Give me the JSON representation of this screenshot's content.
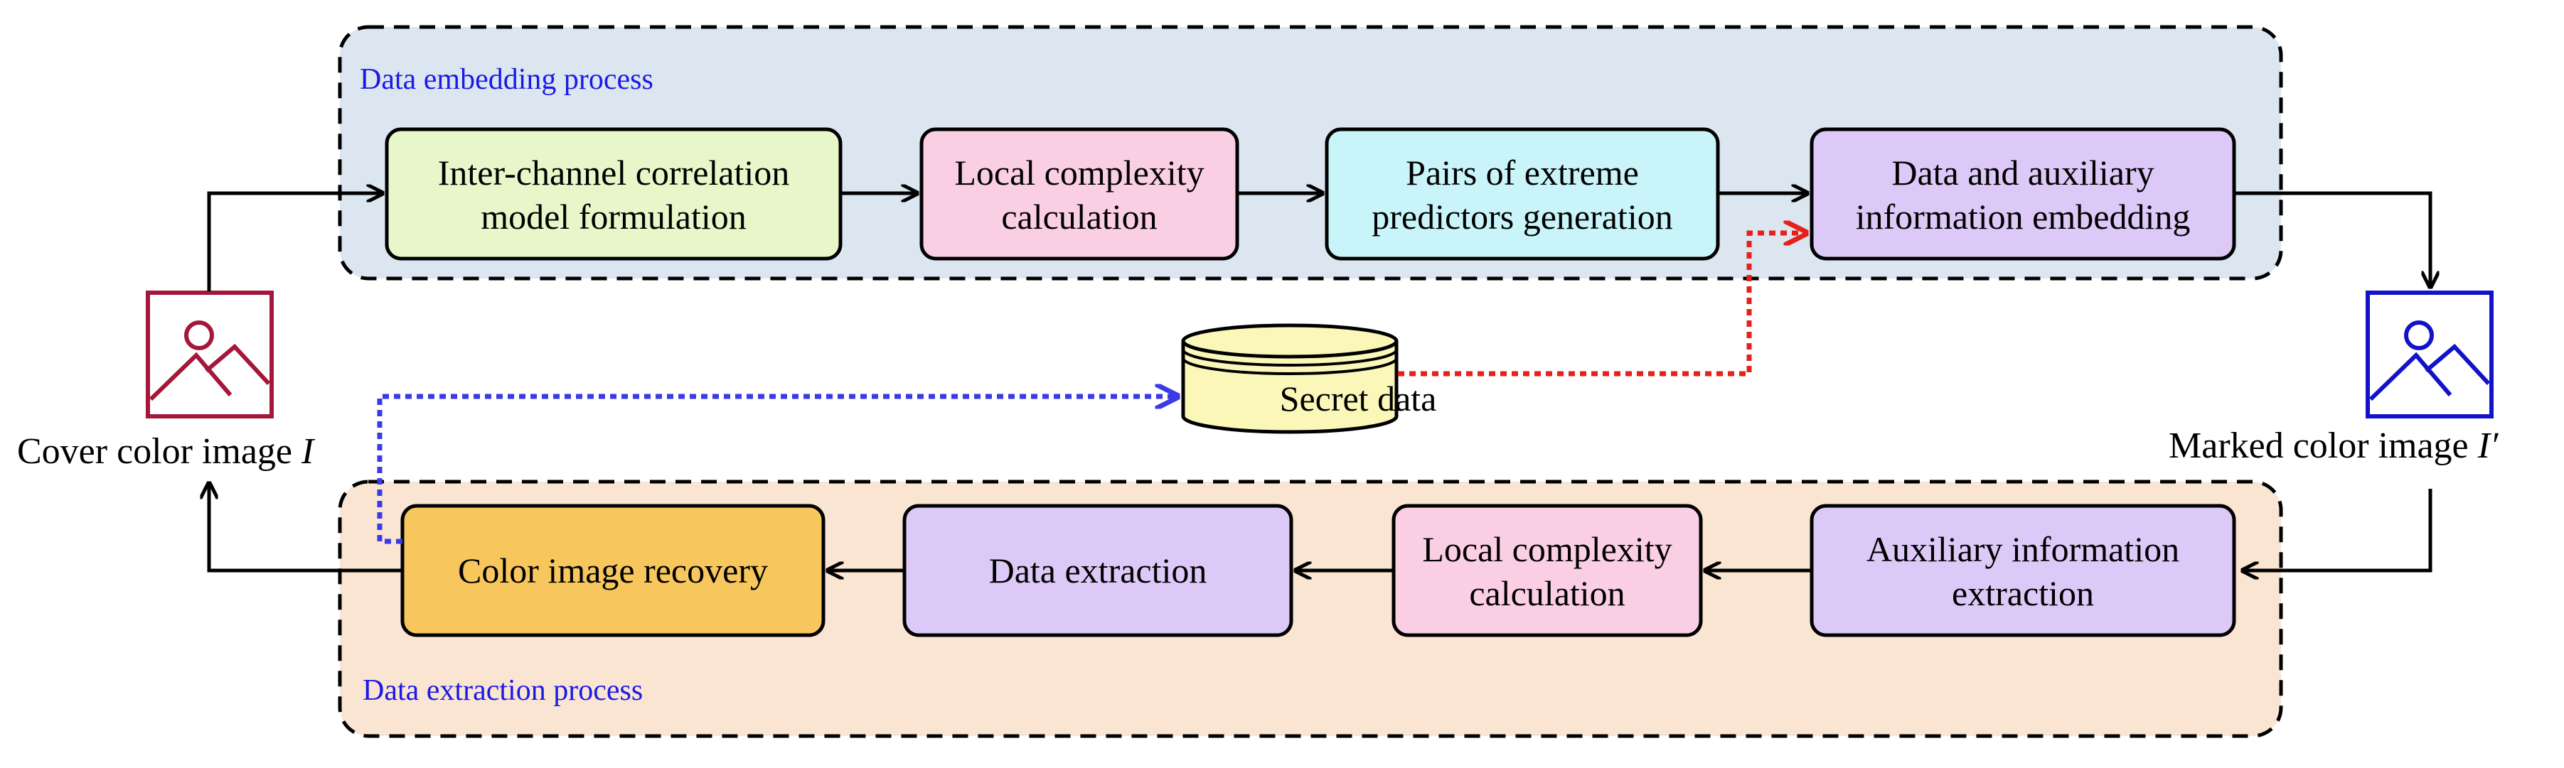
{
  "regions": {
    "embedding": {
      "title": "Data embedding process",
      "fill": "#dce6f0"
    },
    "extraction": {
      "title": "Data extraction process",
      "fill": "#fae5d3"
    }
  },
  "embedding_steps": [
    {
      "line1": "Inter-channel correlation",
      "line2": "model formulation",
      "fill": "#e8f7c9"
    },
    {
      "line1": "Local complexity",
      "line2": "calculation",
      "fill": "#fbcfe3"
    },
    {
      "line1": "Pairs of extreme",
      "line2": "predictors generation",
      "fill": "#c9f5fa"
    },
    {
      "line1": "Data and auxiliary",
      "line2": "information embedding",
      "fill": "#ddc9f7"
    }
  ],
  "extraction_steps": [
    {
      "line1": "Auxiliary information",
      "line2": "extraction",
      "fill": "#ddc9f7"
    },
    {
      "line1": "Local complexity",
      "line2": "calculation",
      "fill": "#fbcfe3"
    },
    {
      "line1": "Data extraction",
      "fill": "#ddc9f7"
    },
    {
      "line1": "Color image recovery",
      "fill": "#f7c75e"
    }
  ],
  "secret": {
    "label": "Secret data",
    "fill": "#fbf7b8"
  },
  "cover_image": {
    "caption": "Cover color image",
    "symbol": "I",
    "icon": "image-icon",
    "color": "#a4163a"
  },
  "marked_image": {
    "caption": "Marked color image",
    "symbol": "I′",
    "icon": "image-icon",
    "color": "#1212c8"
  },
  "colors": {
    "embed_arrow": "#e6201a",
    "extract_arrow": "#3a3ae6"
  }
}
